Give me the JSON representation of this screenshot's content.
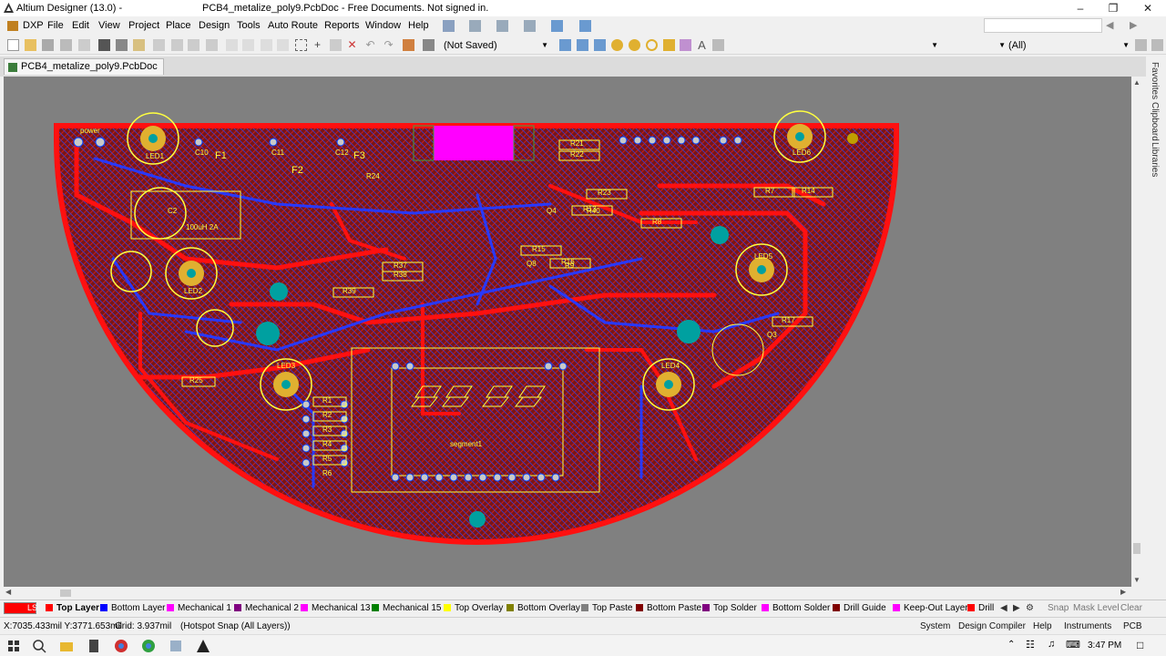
{
  "window": {
    "app_title": "Altium Designer (13.0) -",
    "doc_title": "PCB4_metalize_poly9.PcbDoc - Free Documents. Not signed in."
  },
  "menu": {
    "items": [
      "DXP",
      "File",
      "Edit",
      "View",
      "Project",
      "Place",
      "Design",
      "Tools",
      "Auto Route",
      "Reports",
      "Window",
      "Help"
    ]
  },
  "toolbar": {
    "status_combo": "(Not Saved)",
    "filter_combo": "(All)"
  },
  "document_tab": {
    "label": "PCB4_metalize_poly9.PcbDoc"
  },
  "right_panel": {
    "tabs": [
      "Favorites",
      "Clipboard",
      "Libraries"
    ]
  },
  "pcb": {
    "silkscreen_labels": [
      "power",
      "LED1",
      "LED2",
      "LED3",
      "LED4",
      "LED5",
      "LED6",
      "F1",
      "F2",
      "F3",
      "C10",
      "C11",
      "C12",
      "C2",
      "100uH 2A",
      "R21",
      "R22",
      "R23",
      "R13",
      "R8",
      "R7",
      "R1",
      "R2",
      "R3",
      "R4",
      "R5",
      "R6",
      "R14",
      "R15",
      "R16",
      "R17",
      "R24",
      "R25",
      "R37",
      "R38",
      "R39",
      "R40",
      "Q4",
      "Q8",
      "Q3",
      "R9",
      "segment1"
    ],
    "colors": {
      "board_hatch": "#7a1515",
      "top_layer": "#ff0000",
      "bottom_layer": "#3040ff",
      "overlay": "#ffff40",
      "pad": "#c8c8c8",
      "via": "#00a0a0",
      "magenta_block": "#ff00ff"
    }
  },
  "layers": {
    "current": "LS",
    "items": [
      {
        "label": "Top Layer",
        "color": "#ff0000",
        "active": true
      },
      {
        "label": "Bottom Layer",
        "color": "#0000ff"
      },
      {
        "label": "Mechanical 1",
        "color": "#ff00ff"
      },
      {
        "label": "Mechanical 2",
        "color": "#800080"
      },
      {
        "label": "Mechanical 13",
        "color": "#ff00ff"
      },
      {
        "label": "Mechanical 15",
        "color": "#008000"
      },
      {
        "label": "Top Overlay",
        "color": "#ffff00"
      },
      {
        "label": "Bottom Overlay",
        "color": "#808000"
      },
      {
        "label": "Top Paste",
        "color": "#808080"
      },
      {
        "label": "Bottom Paste",
        "color": "#800000"
      },
      {
        "label": "Top Solder",
        "color": "#800080"
      },
      {
        "label": "Bottom Solder",
        "color": "#ff00ff"
      },
      {
        "label": "Drill Guide",
        "color": "#800000"
      },
      {
        "label": "Keep-Out Layer",
        "color": "#ff00ff"
      },
      {
        "label": "Drill",
        "color": "#ff0000"
      }
    ],
    "snap_label": "Snap",
    "mask_label": "Mask Level",
    "clear_label": "Clear"
  },
  "status": {
    "coords": "X:7035.433mil Y:3771.653mil",
    "grid": "Grid: 3.937mil",
    "snap": "(Hotspot Snap (All Layers))",
    "buttons": [
      "System",
      "Design Compiler",
      "Help",
      "Instruments",
      "PCB"
    ]
  },
  "taskbar": {
    "clock": "3:47 PM"
  }
}
